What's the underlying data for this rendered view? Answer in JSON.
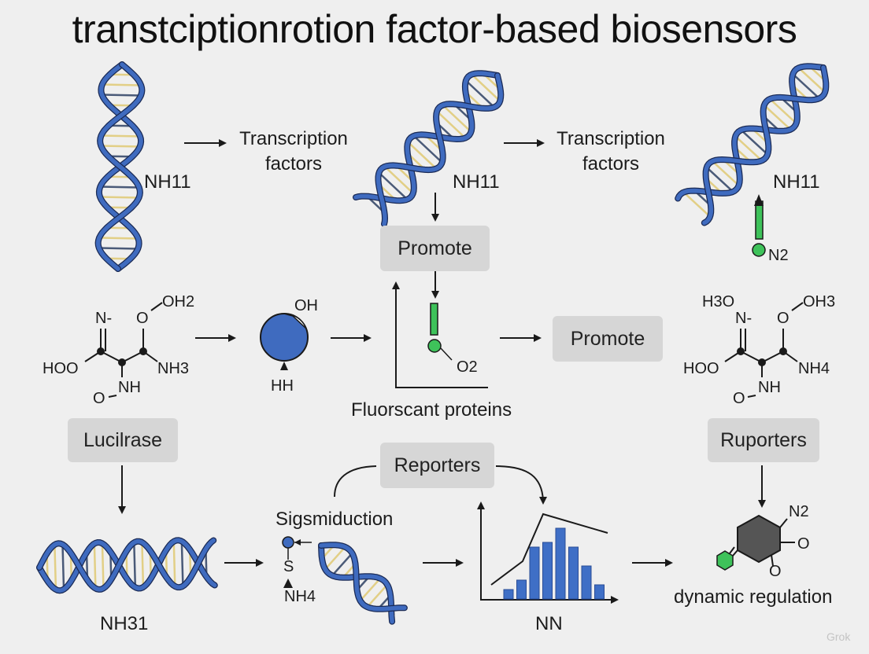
{
  "title": "transtciptionrotion factor-based biosensors",
  "top_row": {
    "dna1_label": "NH11",
    "tf1_line1": "Transcription",
    "tf1_line2": "factors",
    "dna2_label": "NH11",
    "promote_top": "Promote",
    "tf2_line1": "Transcription",
    "tf2_line2": "factors",
    "dna3_label": "NH11",
    "n2_label": "N2"
  },
  "middle_row": {
    "mol_left": {
      "n": "N-",
      "o": "O",
      "oh2": "OH2",
      "hoo": "HOO",
      "nh3": "NH3",
      "nh": "NH",
      "o_bottom": "O"
    },
    "circle_oh": "OH",
    "circle_hh": "HH",
    "o2_label": "O2",
    "fluor_caption": "Fluorscant proteins",
    "promote_mid": "Promote",
    "mol_right": {
      "h3o": "H3O",
      "n": "N-",
      "o": "O",
      "oh3": "OH3",
      "hoo": "HOO",
      "nh4": "NH4",
      "nh": "NH",
      "o_bottom": "O"
    }
  },
  "bottom_row": {
    "lucilrase": "Lucilrase",
    "reporters": "Reporters",
    "ruporters": "Ruporters",
    "dna_bottom_label": "NH31",
    "sigsmiduction": "Sigsmiduction",
    "s_label": "S",
    "nh4_label": "NH4",
    "chart_caption": "NN",
    "hex_n2": "N2",
    "hex_o1": "O",
    "hex_o2": "O",
    "dynamic": "dynamic regulation"
  },
  "watermark": "Grok",
  "colors": {
    "dna_blue": "#3f6bbf",
    "rung_yellow": "#e2cf86",
    "green": "#3ec25a",
    "chart_blue": "#3f6fc6",
    "box_gray": "#d6d6d6"
  },
  "chart_data": {
    "type": "bar",
    "categories": [
      "",
      "",
      "",
      "",
      "",
      "",
      "",
      ""
    ],
    "values": [
      2,
      4,
      11,
      12,
      15,
      11,
      7,
      3
    ],
    "trend_line": [
      3,
      8,
      18,
      14
    ]
  }
}
